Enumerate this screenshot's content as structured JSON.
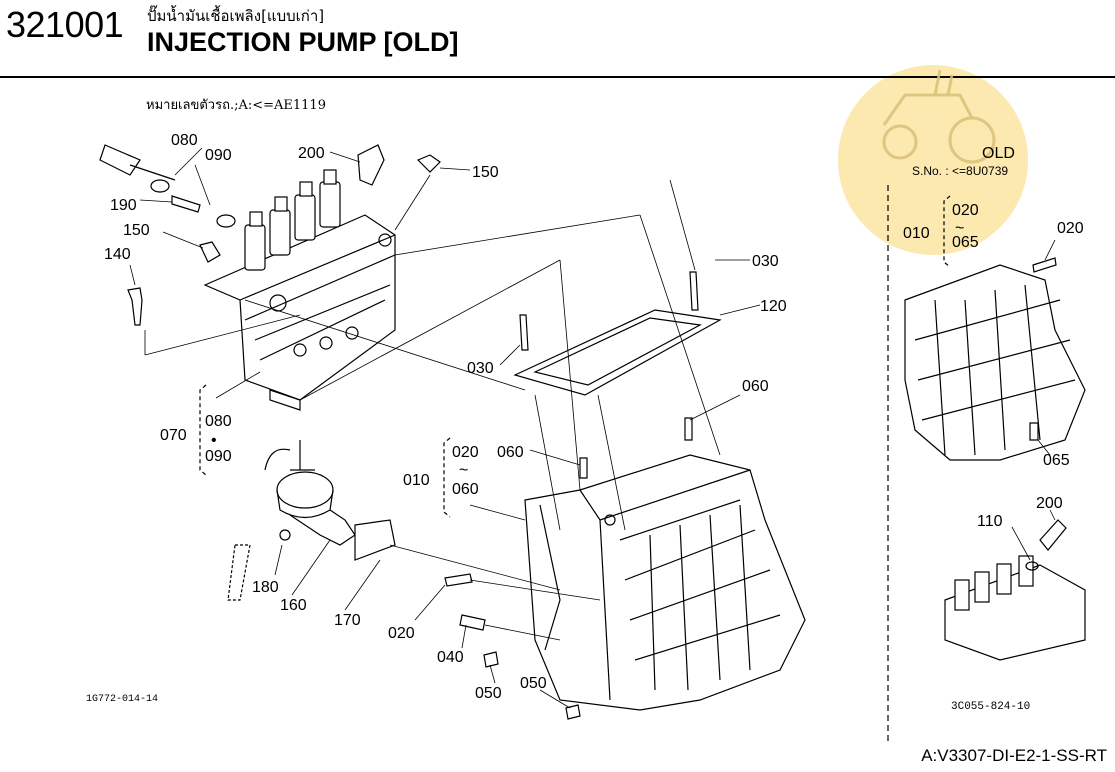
{
  "header": {
    "part_code": "321001",
    "title_thai": "ปั๊มน้ำมันเชื้อเพลิง[แบบเก่า]",
    "title": "INJECTION PUMP [OLD]"
  },
  "serial_note": "หมายเลขตัวรถ.;A:<=AE1119",
  "old_panel": {
    "label": "OLD",
    "serial": "S.No. : <=8U0739",
    "ref_code": "3C055-824-10"
  },
  "left_ref_code": "1G772-014-14",
  "footer_code": "A:V3307-DI-E2-1-SS-RT",
  "callouts": {
    "c080a": "080",
    "c090a": "090",
    "c200a": "200",
    "c150a": "150",
    "c190": "190",
    "c150b": "150",
    "c140": "140",
    "c030a": "030",
    "c120": "120",
    "c030b": "030",
    "c060a": "060",
    "c070": "070",
    "c080b": "080",
    "c090b": "090",
    "c020a": "020",
    "c010a": "010",
    "c060b": "060",
    "c060c": "060",
    "c180": "180",
    "c160": "160",
    "c170": "170",
    "c020b": "020",
    "c040": "040",
    "c050a": "050",
    "c050b": "050",
    "c020c": "020",
    "c010b": "010",
    "c065a": "065",
    "c020d": "020",
    "c065b": "065",
    "c200b": "200",
    "c110": "110"
  },
  "symbols": {
    "tilde": "~",
    "dot": "•"
  },
  "watermark_icon": "tractor-icon"
}
